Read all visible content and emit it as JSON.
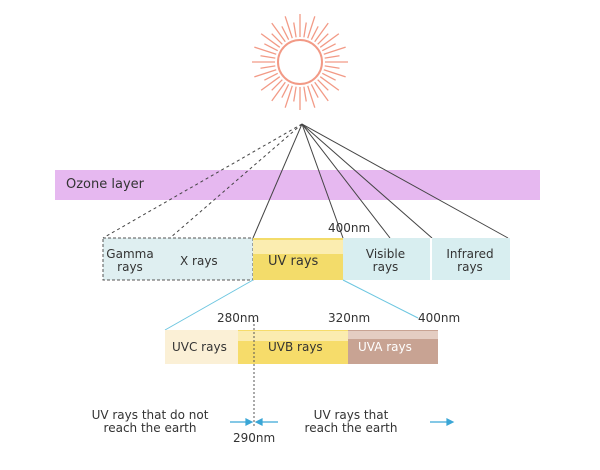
{
  "ozone_label": "Ozone layer",
  "spectrum_top": {
    "marker_400": "400nm",
    "segments": [
      {
        "key": "gamma",
        "label_line1": "Gamma",
        "label_line2": "rays"
      },
      {
        "key": "xray",
        "label": "X rays"
      },
      {
        "key": "uv",
        "label": "UV rays"
      },
      {
        "key": "visible",
        "label_line1": "Visible",
        "label_line2": "rays"
      },
      {
        "key": "infrared",
        "label_line1": "Infrared",
        "label_line2": "rays"
      }
    ]
  },
  "spectrum_uv": {
    "marker_280": "280nm",
    "marker_320": "320nm",
    "marker_400": "400nm",
    "segments": [
      {
        "key": "uvc",
        "label": "UVC rays"
      },
      {
        "key": "uvb",
        "label": "UVB rays"
      },
      {
        "key": "uva",
        "label": "UVA rays"
      }
    ]
  },
  "bottom": {
    "left_line1": "UV rays that do not",
    "left_line2": "reach the earth",
    "right_line1": "UV rays that",
    "right_line2": "reach the earth",
    "marker_290": "290nm"
  },
  "colors": {
    "sun": "#f29a86",
    "ozone": "#e6b8f0",
    "spectrum_blue": "#d8eef0",
    "uv_yellow": "#f3dc6a",
    "uvc": "#fbf0d6",
    "uvb": "#f6dc6a",
    "uva": "#c8a393",
    "arrow": "#3aa6d6",
    "line": "#444444",
    "cyan_line": "#6cc6e0"
  }
}
